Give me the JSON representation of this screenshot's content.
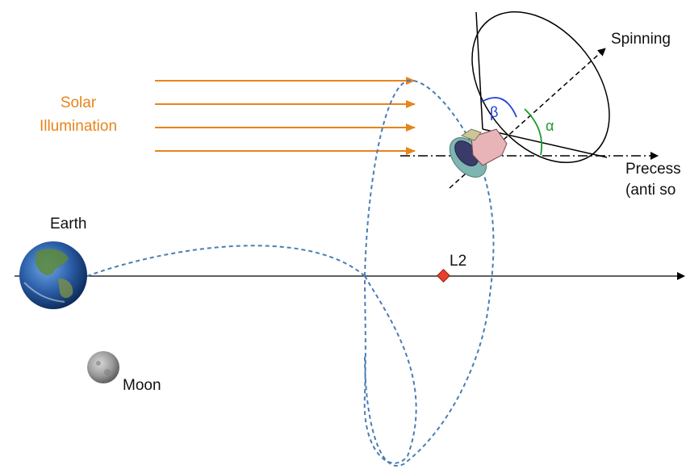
{
  "labels": {
    "solar_line1": "Solar",
    "solar_line2": "Illumination",
    "spinning": "Spinning",
    "precess_line1": "Precess",
    "precess_line2": "(anti so",
    "earth": "Earth",
    "moon": "Moon",
    "l2": "L2",
    "beta": "β",
    "alpha": "α"
  },
  "colors": {
    "solar": "#e8841b",
    "orbit": "#4a7db5",
    "beta_arc": "#1f3fd6",
    "alpha_arc": "#1a9a2a",
    "l2_marker": "#e8402a",
    "earth_ocean": "#2c5fa8",
    "moon": "#9a9a9a"
  },
  "icons": {
    "earth": "earth-globe-icon",
    "moon": "moon-icon",
    "spacecraft": "spacecraft-icon"
  }
}
